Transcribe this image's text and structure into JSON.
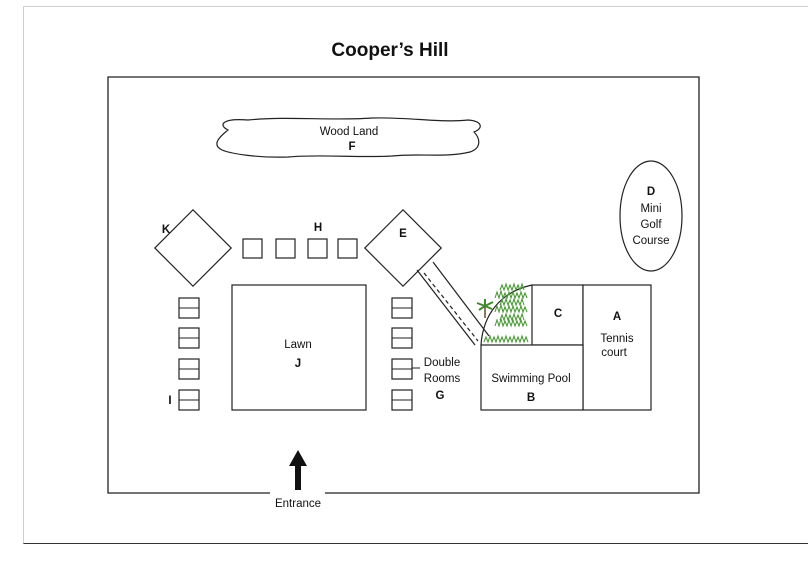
{
  "title": "Cooper’s Hill",
  "wood_land": {
    "label": "Wood Land",
    "letter": "F"
  },
  "mini_golf": {
    "letter": "D",
    "line1": "Mini",
    "line2": "Golf",
    "line3": "Course"
  },
  "building_k": {
    "letter": "K"
  },
  "building_h": {
    "letter": "H"
  },
  "building_e": {
    "letter": "E"
  },
  "lawn": {
    "label": "Lawn",
    "letter": "J"
  },
  "room_c": {
    "letter": "C"
  },
  "tennis": {
    "letter": "A",
    "line1": "Tennis",
    "line2": "court"
  },
  "pool": {
    "label": "Swimming Pool",
    "letter": "B"
  },
  "double_rooms": {
    "line1": "Double",
    "line2": "Rooms",
    "letter": "G"
  },
  "rooms_i": {
    "letter": "I"
  },
  "entrance": {
    "label": "Entrance"
  }
}
